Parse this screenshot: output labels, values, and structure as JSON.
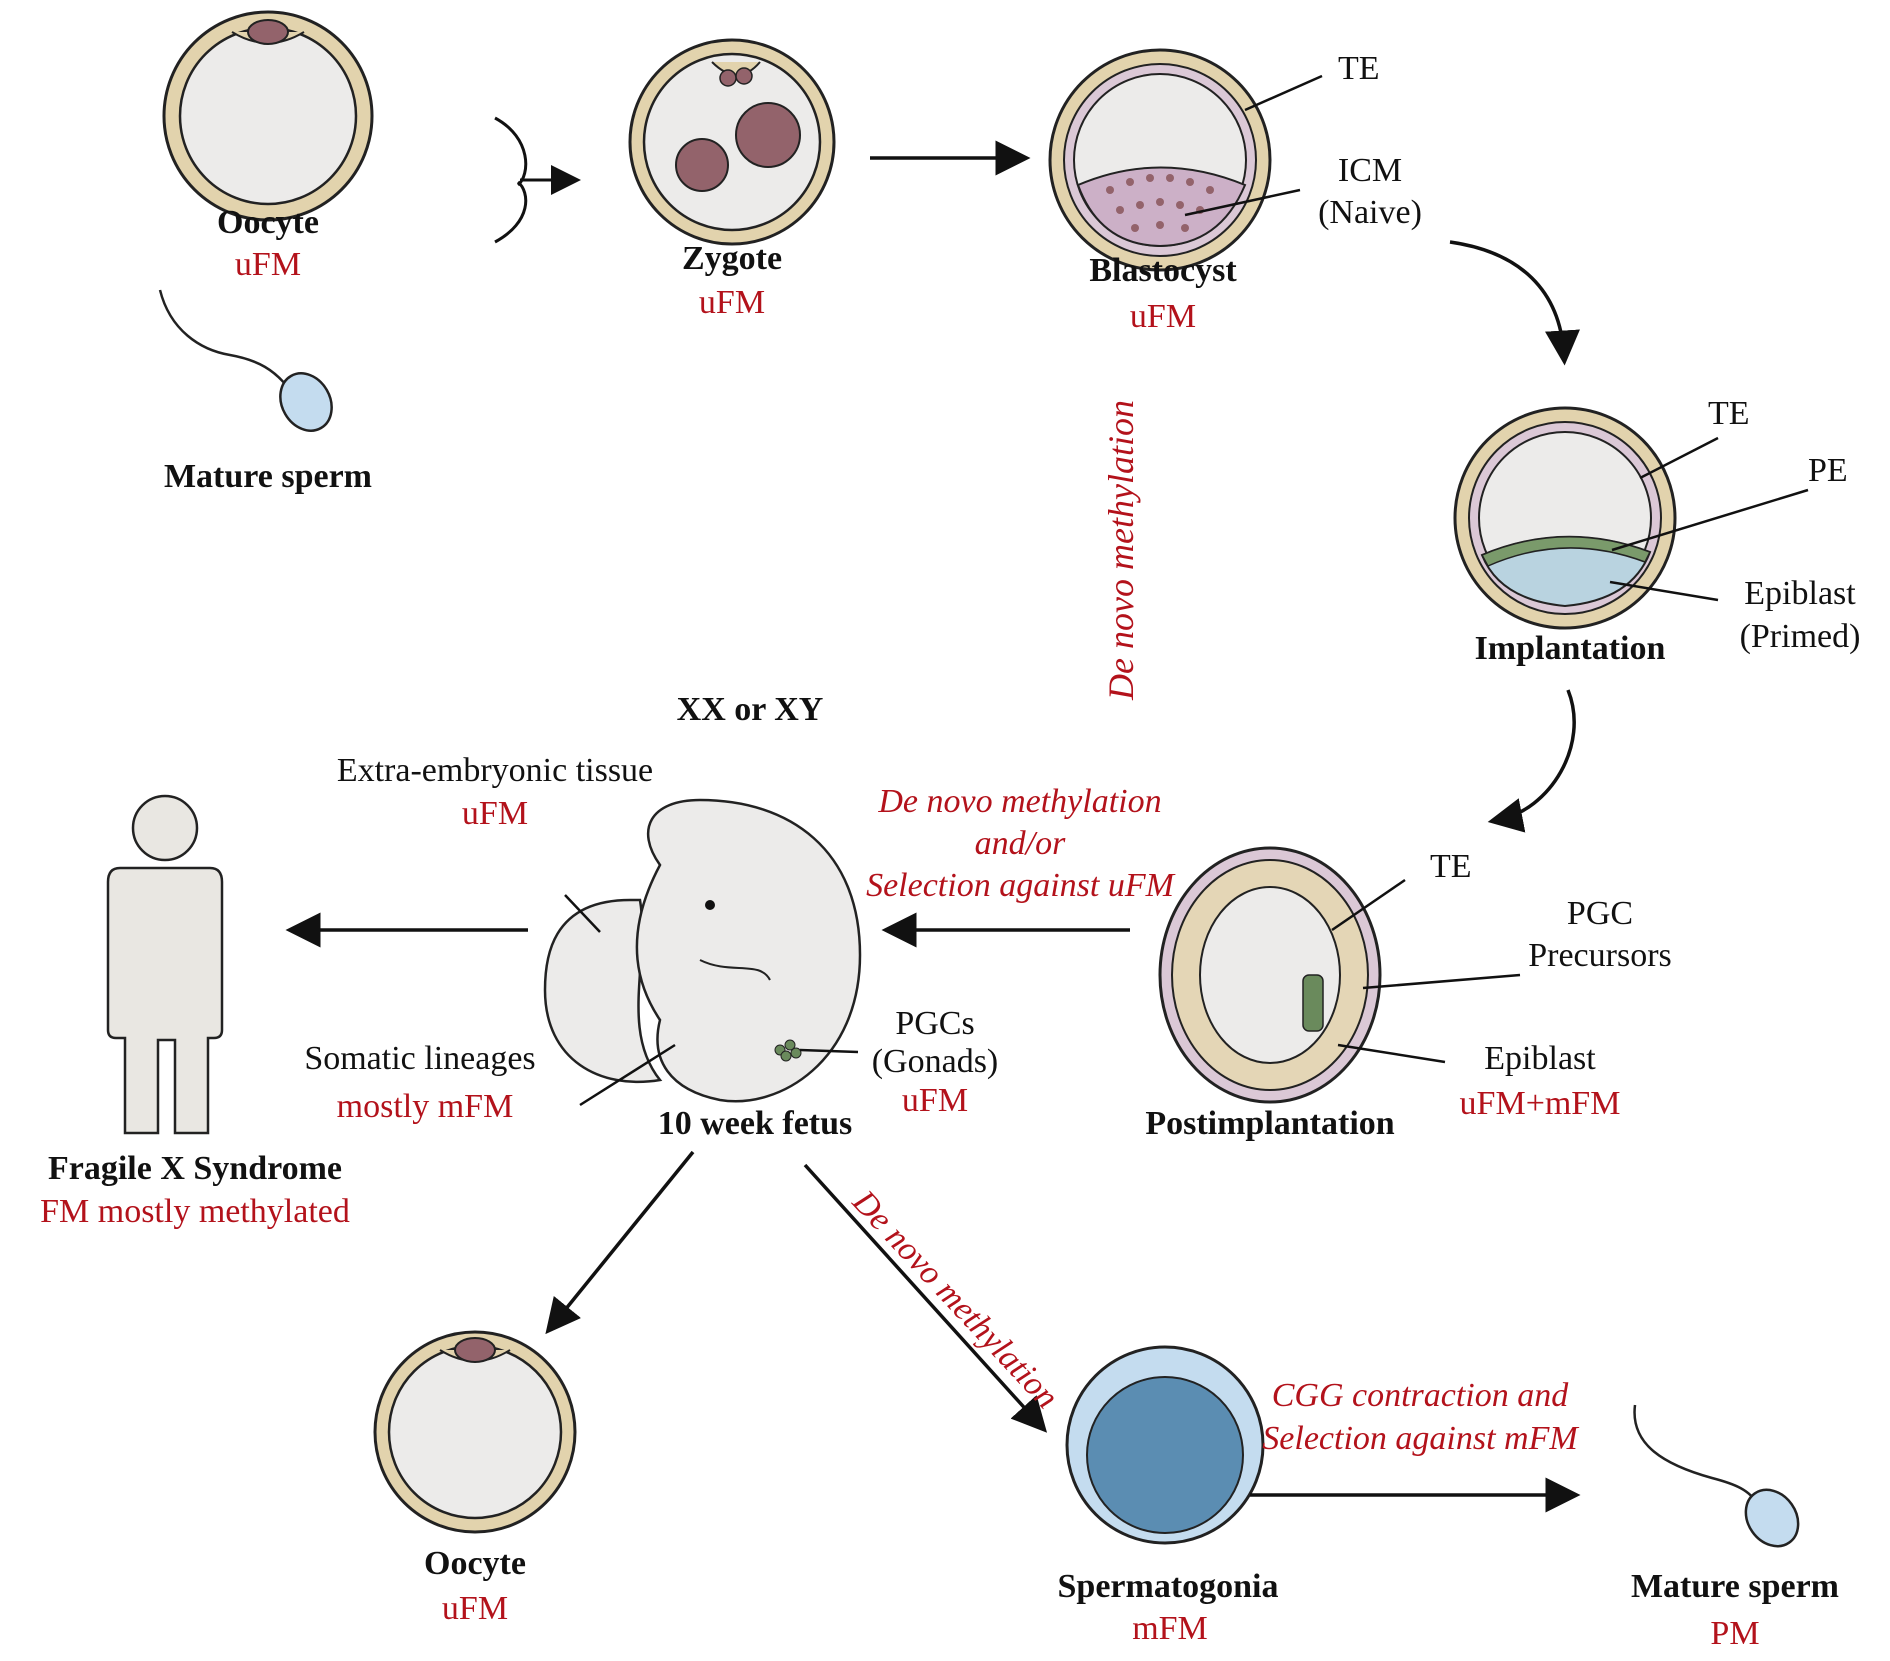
{
  "colors": {
    "red_text": "#b3121b",
    "zona": "#e2d3ad",
    "cell_fill": "#ecebea",
    "nucleus": "#93636b",
    "trophectoderm": "#dbc8d6",
    "icm": "#ccb0c7",
    "epiblast": "#b9d3e0",
    "primitive_endoderm": "#7a9a6b",
    "pgc": "#6a8a5c",
    "spermatogonia": "#5b8db2",
    "sperm_head": "#c4dcef",
    "human_figure": "#e9e7e2",
    "epiblast_cell": "#e4d6b6"
  },
  "labels": {
    "oocyte_top": "Oocyte",
    "oocyte_top_state": "uFM",
    "mature_sperm_top": "Mature sperm",
    "zygote": "Zygote",
    "zygote_state": "uFM",
    "blastocyst": "Blastocyst",
    "blastocyst_state": "uFM",
    "te_blastocyst": "TE",
    "icm_line1": "ICM",
    "icm_line2": "(Naive)",
    "de_novo_vertical": "De novo methylation",
    "te_implantation": "TE",
    "pe": "PE",
    "epiblast_primed_line1": "Epiblast",
    "epiblast_primed_line2": "(Primed)",
    "implantation": "Implantation",
    "xx_or_xy": "XX or XY",
    "extra_embryonic": "Extra-embryonic tissue",
    "extra_embryonic_state": "uFM",
    "de_novo_mid_line1": "De novo methylation",
    "de_novo_mid_line2": "and/or",
    "de_novo_mid_line3": "Selection against uFM",
    "te_post": "TE",
    "pgc_precursors_line1": "PGC",
    "pgc_precursors_line2": "Precursors",
    "somatic_lineages": "Somatic lineages",
    "somatic_state": "mostly mFM",
    "pgcs_line1": "PGCs",
    "pgcs_line2": "(Gonads)",
    "pgcs_state": "uFM",
    "ten_week_fetus": "10 week fetus",
    "epiblast_post": "Epiblast",
    "epiblast_post_state": "uFM+mFM",
    "postimplantation": "Postimplantation",
    "fragile_x": "Fragile X Syndrome",
    "fragile_x_state": "FM mostly methylated",
    "de_novo_diagonal": "De novo methylation",
    "cgg_line1": "CGG contraction and",
    "cgg_line2": "Selection against mFM",
    "oocyte_bottom": "Oocyte",
    "oocyte_bottom_state": "uFM",
    "spermatogonia": "Spermatogonia",
    "spermatogonia_state": "mFM",
    "mature_sperm_bottom": "Mature sperm",
    "mature_sperm_bottom_state": "PM"
  }
}
